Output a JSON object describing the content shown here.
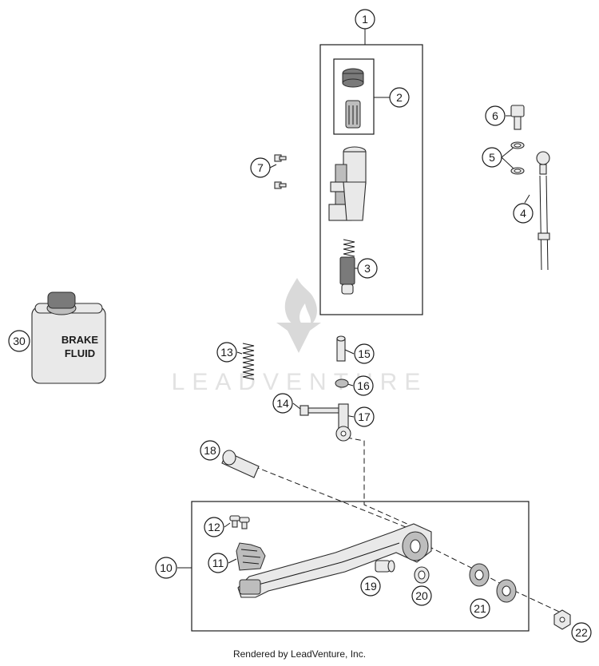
{
  "watermark": {
    "text": "LEADVENTURE"
  },
  "can_label": {
    "line1": "BRAKE",
    "line2": "FLUID"
  },
  "credit": "Rendered by LeadVenture, Inc.",
  "callouts": [
    "1",
    "2",
    "3",
    "4",
    "5",
    "6",
    "7",
    "10",
    "11",
    "12",
    "13",
    "14",
    "15",
    "16",
    "17",
    "18",
    "19",
    "20",
    "21",
    "22",
    "30"
  ]
}
